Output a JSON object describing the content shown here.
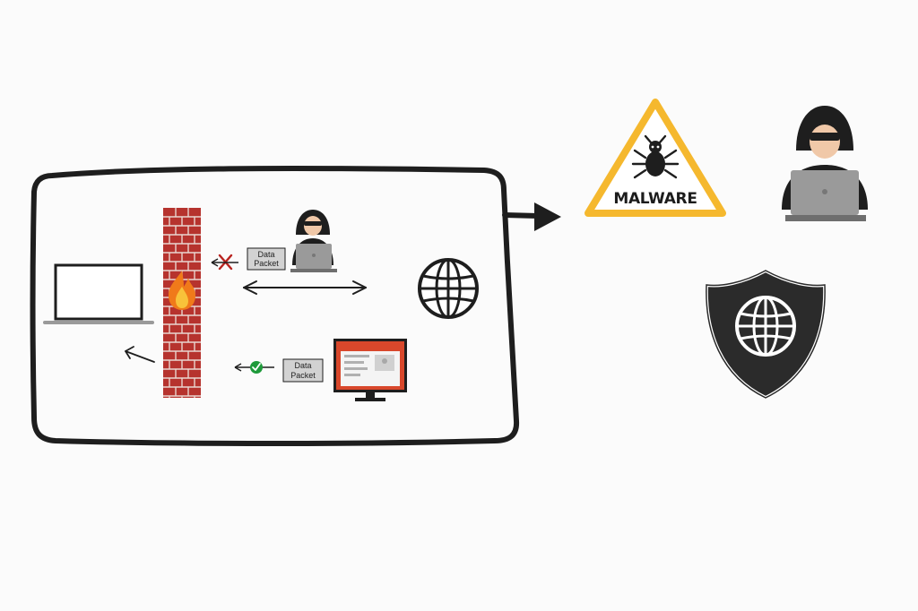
{
  "packets": {
    "blocked": {
      "line1": "Data",
      "line2": "Packet"
    },
    "allowed": {
      "line1": "Data",
      "line2": "Packet"
    }
  },
  "warning": {
    "label": "MALWARE"
  },
  "icons": {
    "laptop": "laptop-icon",
    "firewall": "brick-firewall-icon",
    "fire": "fire-icon",
    "hacker": "hacker-icon",
    "globe": "globe-icon",
    "monitor": "monitor-icon",
    "blocked_mark": "red-x-icon",
    "allowed_mark": "green-check-icon",
    "warning": "malware-warning-icon",
    "spider": "bug-icon",
    "shield": "shield-globe-icon"
  },
  "colors": {
    "outline": "#1e1e1e",
    "brick": "#b6332e",
    "mortar": "#e9d6d0",
    "flame_outer": "#f07a1a",
    "flame_inner": "#f8c23a",
    "warning_yellow": "#f5b82e",
    "block_red": "#b8231f",
    "allow_green": "#1e9a3a",
    "monitor_frame": "#d8472b",
    "shield_dark": "#2b2b2b",
    "laptop_gray": "#9a9a9a",
    "skin": "#f0c8a8"
  }
}
